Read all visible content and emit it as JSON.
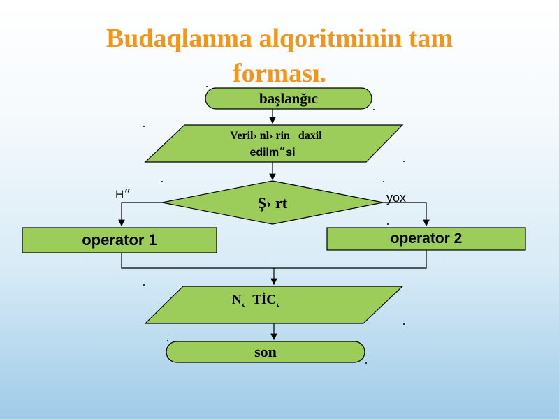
{
  "title": {
    "line1": "Budaqlanma  alqoritminin   tam",
    "line2": "forması."
  },
  "nodes": {
    "start": "başlanğıc",
    "input_line1": "Veril› nl› rin   daxil",
    "input_line2": "edilm״si",
    "condition": "Ş› rt",
    "op1": "operator 1",
    "op2": "operator 2",
    "result": "N˛  TİC˛",
    "end": "son"
  },
  "branches": {
    "yes": "H״",
    "no": "yox"
  },
  "colors": {
    "shape_fill": "#9ccd5a",
    "title": "#f0961e",
    "text": "#000000"
  }
}
